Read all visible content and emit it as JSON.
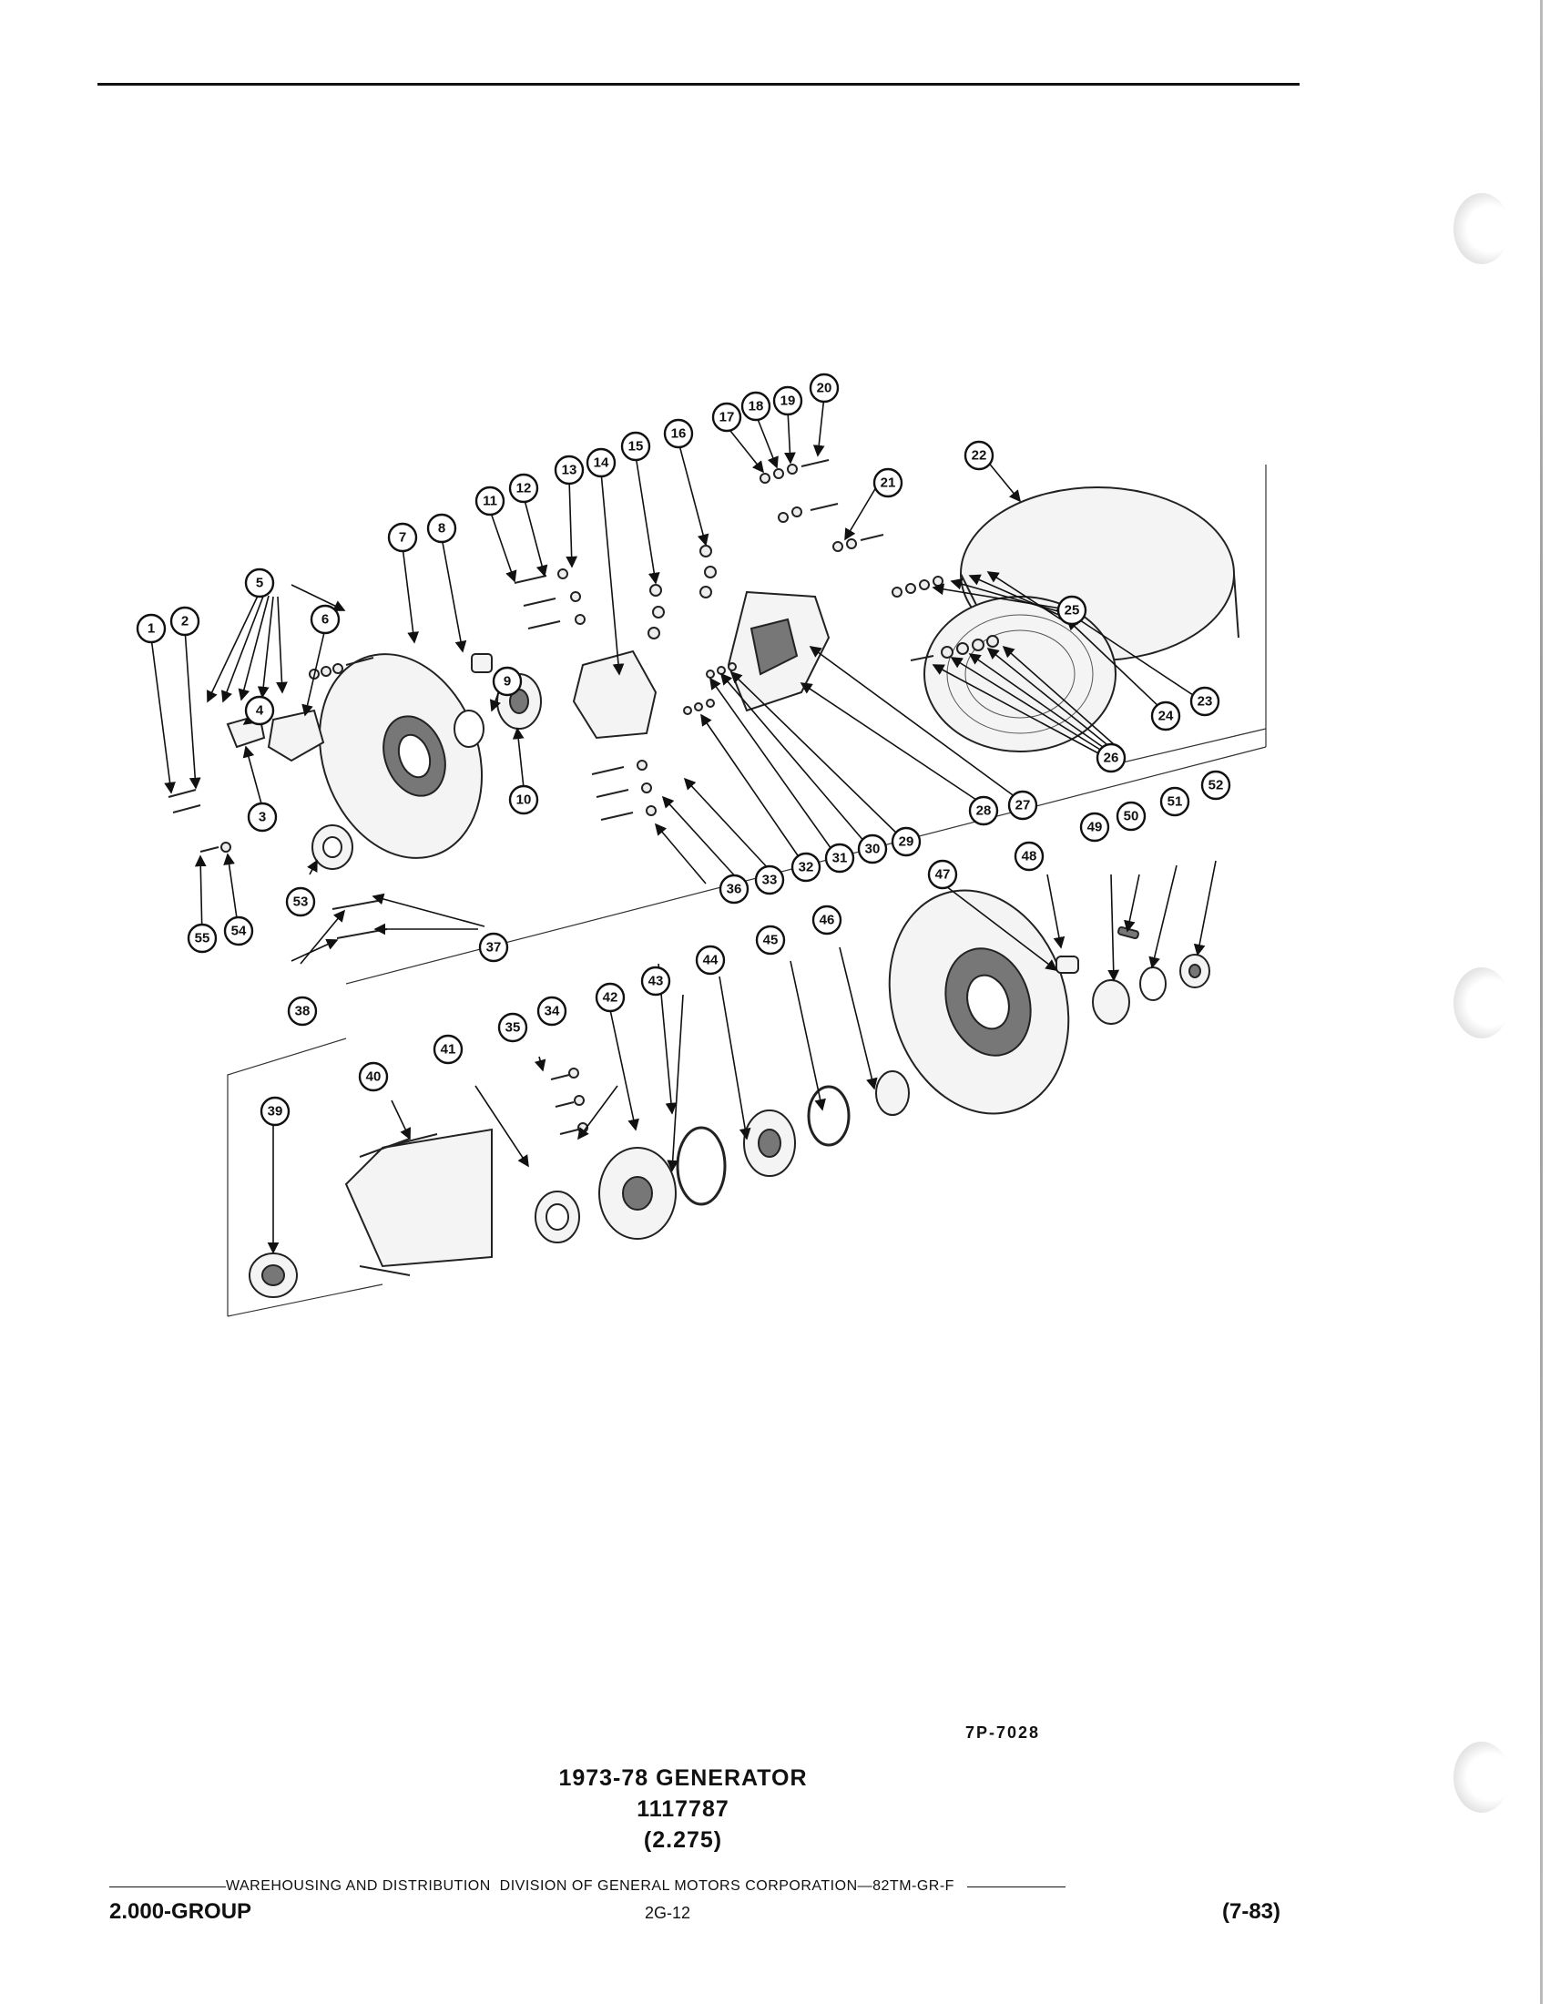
{
  "figure": {
    "id": "7P-7028",
    "callouts": [
      "1",
      "2",
      "3",
      "4",
      "5",
      "6",
      "7",
      "8",
      "9",
      "10",
      "11",
      "12",
      "13",
      "14",
      "15",
      "16",
      "17",
      "18",
      "19",
      "20",
      "21",
      "22",
      "23",
      "24",
      "25",
      "26",
      "27",
      "28",
      "29",
      "30",
      "31",
      "32",
      "33",
      "34",
      "35",
      "36",
      "37",
      "38",
      "39",
      "40",
      "41",
      "42",
      "43",
      "44",
      "45",
      "46",
      "47",
      "48",
      "49",
      "50",
      "51",
      "52",
      "53",
      "54",
      "55"
    ]
  },
  "caption": {
    "title": "1973-78 GENERATOR",
    "part_number": "1117787",
    "code": "(2.275)"
  },
  "footer": {
    "publisher": "WAREHOUSING AND DISTRIBUTION  DIVISION OF GENERAL MOTORS CORPORATION—82TM-GR-F",
    "group": "2.000-GROUP",
    "page": "2G-12",
    "date": "(7-83)"
  }
}
